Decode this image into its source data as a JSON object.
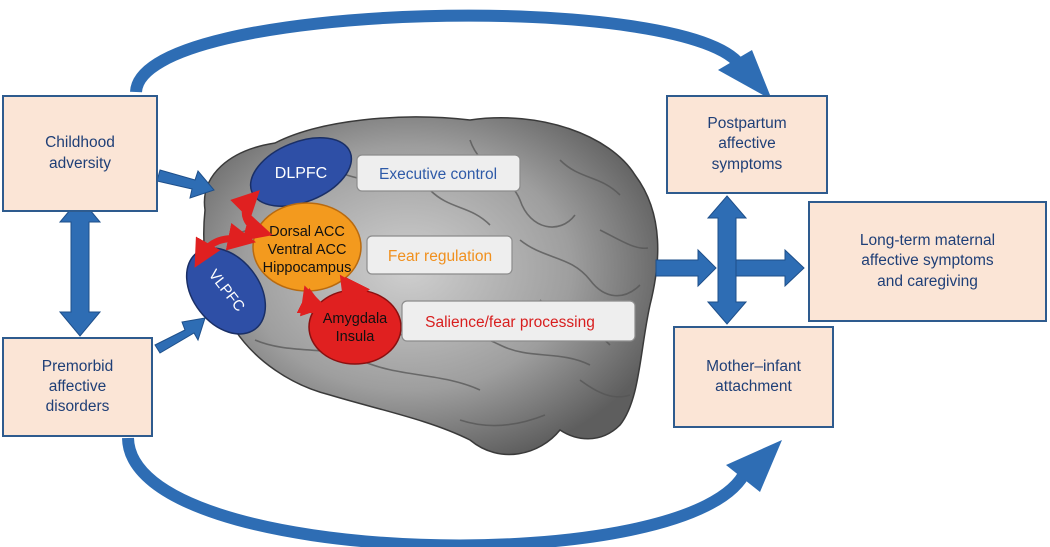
{
  "boxes": {
    "childhood": "Childhood\nadversity",
    "premorbid": "Premorbid\naffective\ndisorders",
    "postpartum": "Postpartum\naffective\nsymptoms",
    "attachment": "Mother–infant\nattachment",
    "longterm": "Long-term maternal\naffective symptoms\nand caregiving"
  },
  "regions": {
    "dlpfc": "DLPFC",
    "vlpfc": "VLPFC",
    "acc_line1": "Dorsal ACC",
    "acc_line2": "Ventral ACC",
    "acc_line3": "Hippocampus",
    "amyg_line1": "Amygdala",
    "amyg_line2": "Insula"
  },
  "functions": {
    "executive": "Executive control",
    "fear_regulation": "Fear regulation",
    "salience": "Salience/fear processing"
  },
  "colors": {
    "arrow_blue": "#2e6db4",
    "box_fill": "#fbe5d6",
    "box_border": "#2e5b8e",
    "box_text": "#1f3f77",
    "prefrontal_blue": "#2e4fa6",
    "acc_orange": "#f39a1e",
    "amygdala_red": "#e02020",
    "executive_text": "#2e5aa8",
    "fear_text": "#f0901e",
    "salience_text": "#d81e1e",
    "label_fill": "#eeeeee"
  }
}
